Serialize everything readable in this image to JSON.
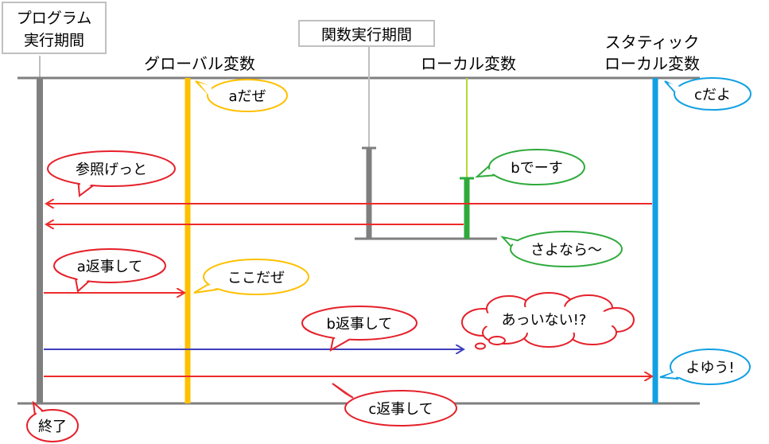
{
  "headers": {
    "program_period": [
      "プログラム",
      "実行期間"
    ],
    "function_period": "関数実行期間",
    "global_var": "グローバル変数",
    "local_var": "ローカル変数",
    "static_local_var": [
      "スタティック",
      "ローカル変数"
    ]
  },
  "bubbles": {
    "a_daze": "aだぜ",
    "c_dayo": "cだよ",
    "sansho_getto": "参照げっと",
    "b_desu": "bでーす",
    "sayonara": "さよなら～",
    "a_henji": "a返事して",
    "koko_daze": "ここだぜ",
    "b_henji": "b返事して",
    "ai_nai": "あっいない!?",
    "yoyuu": "よゆう!",
    "c_henji": "c返事して",
    "shuryo": "終了"
  },
  "colors": {
    "program_line": "#7f7f7f",
    "global_line": "#ffc000",
    "local_line": "#2eaa3c",
    "local_thin": "#b4d935",
    "static_line": "#11a0e3",
    "arrow_red": "#ee2b2b",
    "arrow_blue": "#3f3fbf",
    "bubble_red": "#e5202a",
    "bubble_yellow": "#ffc000",
    "bubble_green": "#2eaa3c",
    "bubble_blue": "#11a0e3"
  }
}
